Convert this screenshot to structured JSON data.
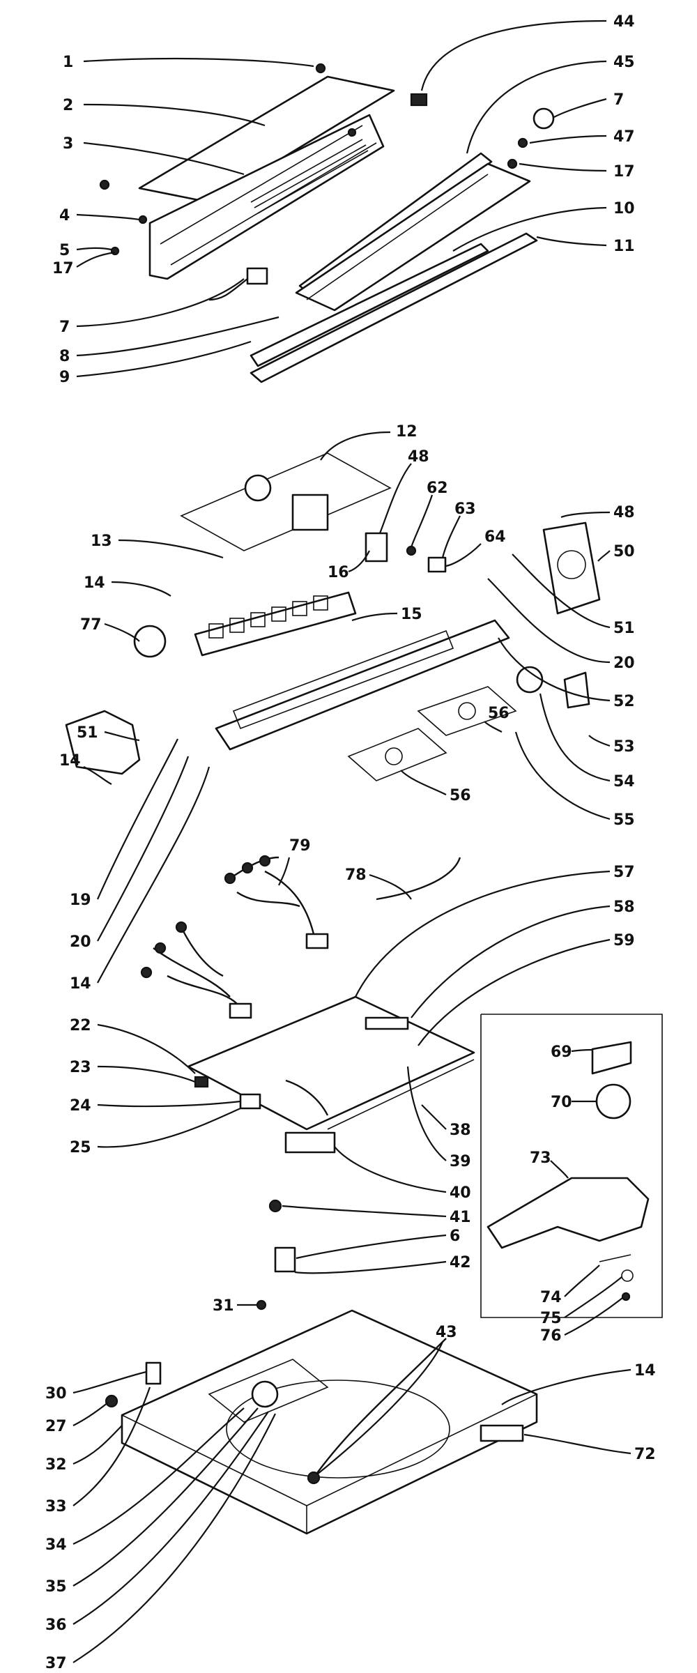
{
  "diagram": {
    "callouts": [
      {
        "id": "c1",
        "text": "1"
      },
      {
        "id": "c2",
        "text": "2"
      },
      {
        "id": "c3",
        "text": "3"
      },
      {
        "id": "c4",
        "text": "4"
      },
      {
        "id": "c5",
        "text": "5"
      },
      {
        "id": "c17a",
        "text": "17"
      },
      {
        "id": "c7a",
        "text": "7"
      },
      {
        "id": "c8",
        "text": "8"
      },
      {
        "id": "c9",
        "text": "9"
      },
      {
        "id": "c44",
        "text": "44"
      },
      {
        "id": "c45",
        "text": "45"
      },
      {
        "id": "c7b",
        "text": "7"
      },
      {
        "id": "c47",
        "text": "47"
      },
      {
        "id": "c17b",
        "text": "17"
      },
      {
        "id": "c10",
        "text": "10"
      },
      {
        "id": "c11",
        "text": "11"
      },
      {
        "id": "c12",
        "text": "12"
      },
      {
        "id": "c48a",
        "text": "48"
      },
      {
        "id": "c62",
        "text": "62"
      },
      {
        "id": "c63",
        "text": "63"
      },
      {
        "id": "c64",
        "text": "64"
      },
      {
        "id": "c16",
        "text": "16"
      },
      {
        "id": "c48b",
        "text": "48"
      },
      {
        "id": "c50",
        "text": "50"
      },
      {
        "id": "c51a",
        "text": "51"
      },
      {
        "id": "c20a",
        "text": "20"
      },
      {
        "id": "c52",
        "text": "52"
      },
      {
        "id": "c53",
        "text": "53"
      },
      {
        "id": "c54",
        "text": "54"
      },
      {
        "id": "c55",
        "text": "55"
      },
      {
        "id": "c56a",
        "text": "56"
      },
      {
        "id": "c56b",
        "text": "56"
      },
      {
        "id": "c13",
        "text": "13"
      },
      {
        "id": "c14a",
        "text": "14"
      },
      {
        "id": "c77",
        "text": "77"
      },
      {
        "id": "c15",
        "text": "15"
      },
      {
        "id": "c51b",
        "text": "51"
      },
      {
        "id": "c14b",
        "text": "14"
      },
      {
        "id": "c19",
        "text": "19"
      },
      {
        "id": "c20b",
        "text": "20"
      },
      {
        "id": "c14c",
        "text": "14"
      },
      {
        "id": "c79",
        "text": "79"
      },
      {
        "id": "c78",
        "text": "78"
      },
      {
        "id": "c57",
        "text": "57"
      },
      {
        "id": "c58",
        "text": "58"
      },
      {
        "id": "c59",
        "text": "59"
      },
      {
        "id": "c22",
        "text": "22"
      },
      {
        "id": "c23",
        "text": "23"
      },
      {
        "id": "c24",
        "text": "24"
      },
      {
        "id": "c25",
        "text": "25"
      },
      {
        "id": "c38",
        "text": "38"
      },
      {
        "id": "c39",
        "text": "39"
      },
      {
        "id": "c40",
        "text": "40"
      },
      {
        "id": "c41",
        "text": "41"
      },
      {
        "id": "c6",
        "text": "6"
      },
      {
        "id": "c42",
        "text": "42"
      },
      {
        "id": "c31",
        "text": "31"
      },
      {
        "id": "c69",
        "text": "69"
      },
      {
        "id": "c70",
        "text": "70"
      },
      {
        "id": "c73",
        "text": "73"
      },
      {
        "id": "c74",
        "text": "74"
      },
      {
        "id": "c75",
        "text": "75"
      },
      {
        "id": "c76",
        "text": "76"
      },
      {
        "id": "c43",
        "text": "43"
      },
      {
        "id": "c14d",
        "text": "14"
      },
      {
        "id": "c72",
        "text": "72"
      },
      {
        "id": "c30",
        "text": "30"
      },
      {
        "id": "c27",
        "text": "27"
      },
      {
        "id": "c32",
        "text": "32"
      },
      {
        "id": "c33",
        "text": "33"
      },
      {
        "id": "c34",
        "text": "34"
      },
      {
        "id": "c35",
        "text": "35"
      },
      {
        "id": "c36",
        "text": "36"
      },
      {
        "id": "c37",
        "text": "37"
      }
    ]
  }
}
